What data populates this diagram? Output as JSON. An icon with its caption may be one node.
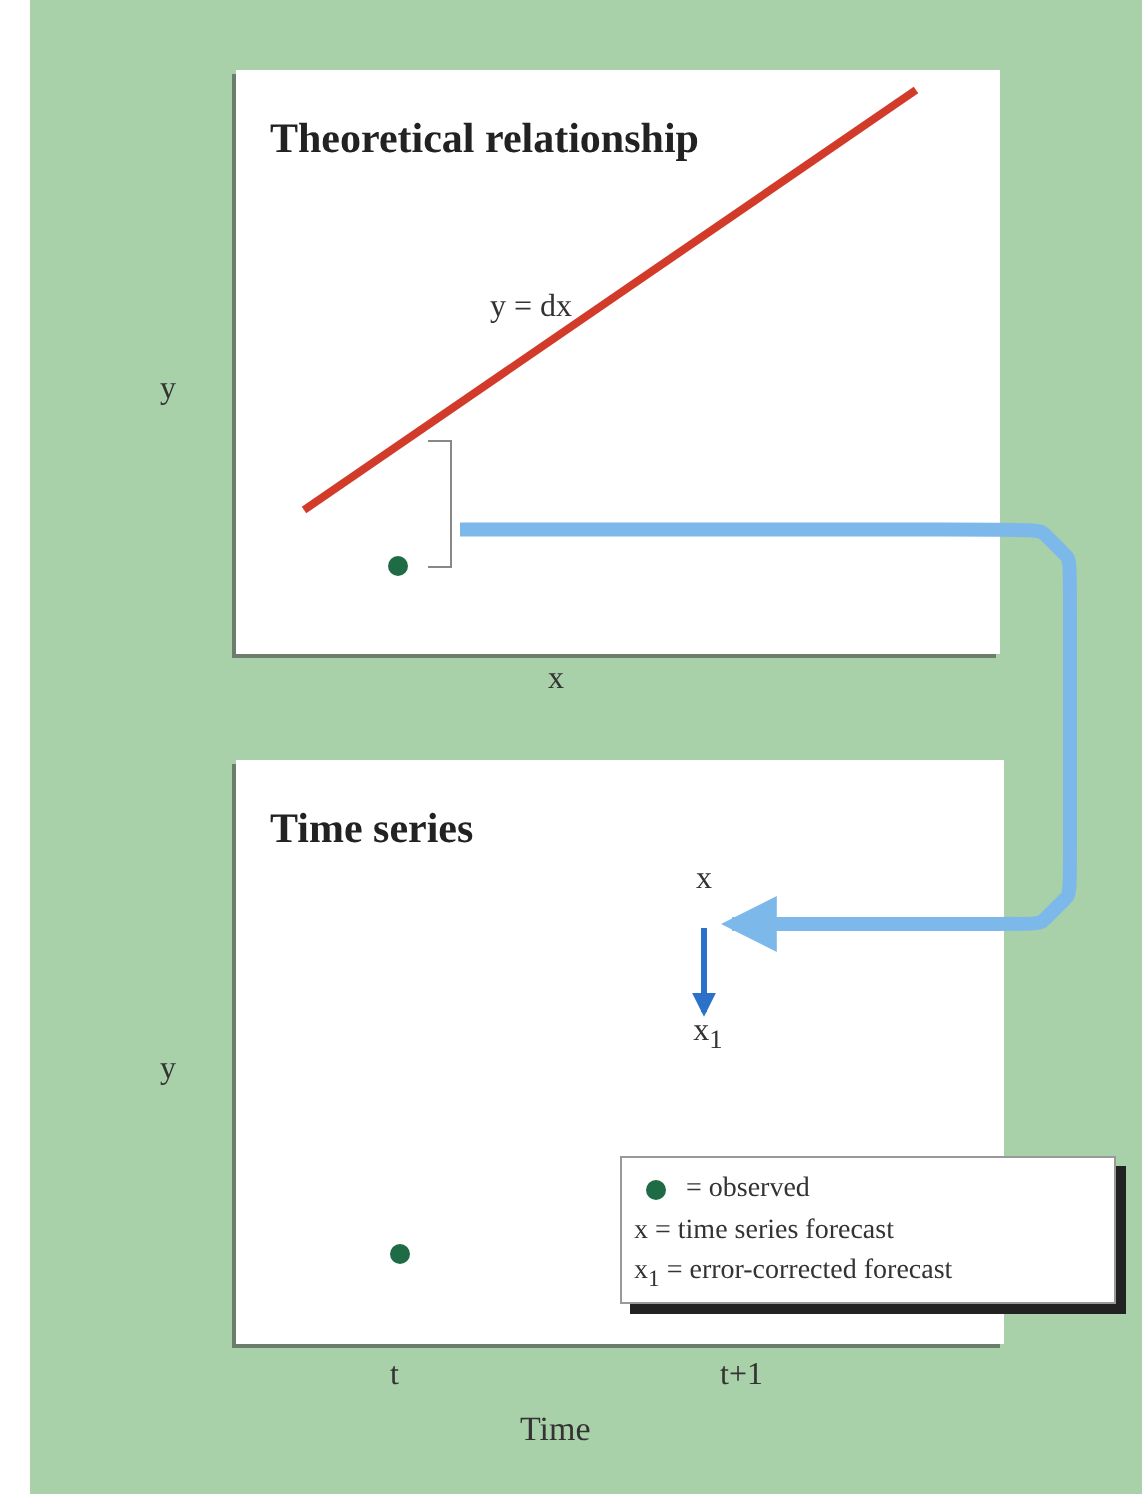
{
  "diagram": {
    "nodes": [
      {
        "text": [
          "Theoretical relationship"
        ]
      },
      {
        "text": [],
        "shape": "bracket",
        "in": 0
      },
      {
        "text": [
          "Time series"
        ]
      },
      {
        "text": [
          "x"
        ],
        "in": 2
      },
      {
        "text": [
          "x$_{1}$"
        ],
        "in": 2
      }
    ],
    "edges": [
      {
        "from": 1,
        "to": 3,
        "arrow": "to",
        "style": "thick",
        "color": "#7db8ea"
      },
      {
        "from": 3,
        "to": 4,
        "arrow": "to",
        "color": "#2d72c9"
      }
    ],
    "labels": [
      "y = dx",
      "y",
      "x",
      "y",
      "t",
      "t+1",
      "Time"
    ],
    "legend": [
      {
        "text": "= observed",
        "color": "#1e6b46"
      },
      {
        "text": "x = time series forecast"
      },
      {
        "text": "x$_{1}$ = error-corrected forecast"
      }
    ]
  }
}
